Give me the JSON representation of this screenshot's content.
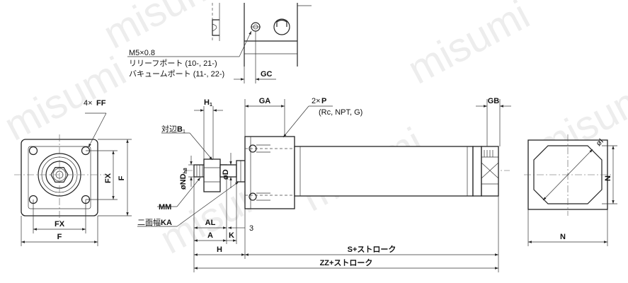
{
  "watermark": "misumi",
  "labels": {
    "thread": "M5×0.8",
    "relief_port": "リリーフポート (10-, 21-)",
    "vacuum_port": "バキュームポート (11-, 22-)",
    "gc": "GC",
    "ga": "GA",
    "gb": "GB",
    "ports_prefix": "2×",
    "ports_p": "P",
    "ports_types": "(Rc, NPT, G)",
    "ff_prefix": "4×",
    "ff": "FF",
    "h1": "H",
    "h1_sub": "1",
    "b1_prefix": "対辺",
    "b1": "B",
    "b1_sub": "1",
    "nd": "øND",
    "nd_sub": "h8",
    "d": "øD",
    "mm": "MM",
    "ka_prefix": "二面幅",
    "ka": "KA",
    "al": "AL",
    "a": "A",
    "k": "K",
    "three": "3",
    "h": "H",
    "s_stroke": "S+ストローク",
    "zz_stroke": "ZZ+ストローク",
    "fx_left_v": "FX",
    "f_left_v": "F",
    "fx_left_h": "FX",
    "f_left_h": "F",
    "n_right_v": "N",
    "n_right_h": "N",
    "phi_i": "øI"
  }
}
